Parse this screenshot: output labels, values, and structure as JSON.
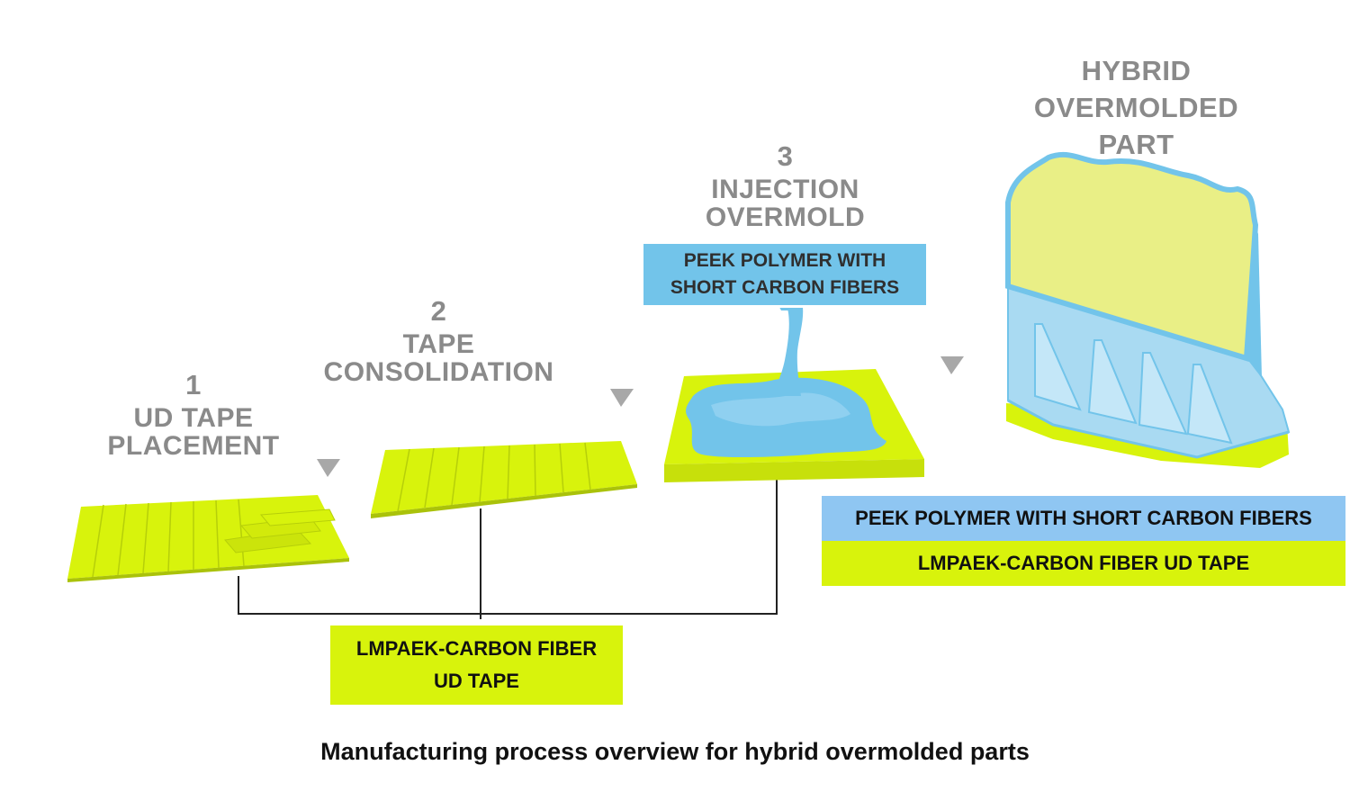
{
  "colors": {
    "tape": "#d8f30c",
    "tape_dark": "#c7e00b",
    "polymer": "#72c4ea",
    "polymer_light": "#a9daf2",
    "legend_polymer": "#8fc6f2",
    "label_grey": "#8a8a8a",
    "arrow_grey": "#a8a8a8"
  },
  "steps": [
    {
      "number": "1",
      "line1": "UD TAPE",
      "line2": "PLACEMENT"
    },
    {
      "number": "2",
      "line1": "TAPE",
      "line2": "CONSOLIDATION"
    },
    {
      "number": "3",
      "line1": "INJECTION",
      "line2": "OVERMOLD"
    }
  ],
  "final_part": {
    "line1": "HYBRID",
    "line2": "OVERMOLDED",
    "line3": "PART"
  },
  "injection_callout": {
    "line1": "PEEK POLYMER WITH",
    "line2": "SHORT CARBON FIBERS"
  },
  "legend": [
    {
      "label": "PEEK POLYMER WITH SHORT CARBON FIBERS",
      "color": "#8fc6f2"
    },
    {
      "label": "LMPAEK-CARBON FIBER UD TAPE",
      "color": "#d8f30c"
    }
  ],
  "bottom_label": {
    "line1": "LMPAEK-CARBON FIBER",
    "line2": "UD TAPE"
  },
  "caption": "Manufacturing process overview for hybrid overmolded parts",
  "icons": [
    "flow-arrow-icon"
  ]
}
